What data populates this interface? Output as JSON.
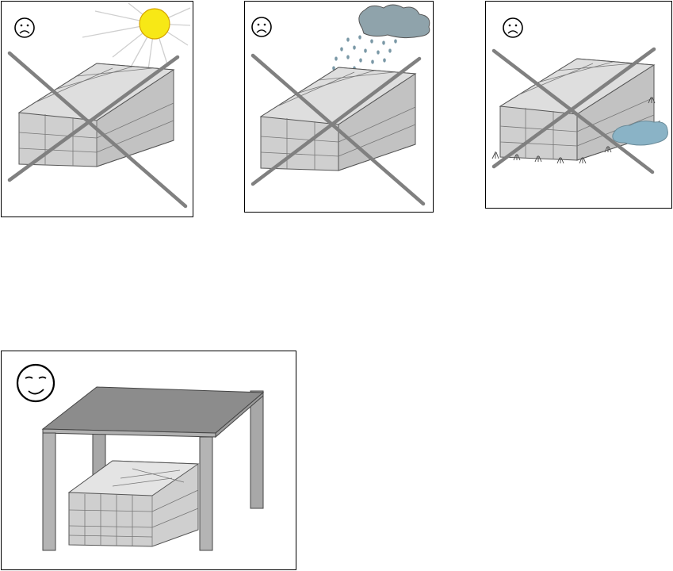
{
  "panels": [
    {
      "id": "sun",
      "verdict": "wrong",
      "face": "sad-face-icon",
      "hazard": "sun-icon"
    },
    {
      "id": "rain",
      "verdict": "wrong",
      "face": "sad-face-icon",
      "hazard": "rain-cloud-icon"
    },
    {
      "id": "ground",
      "verdict": "wrong",
      "face": "sad-face-icon",
      "hazard": "wet-ground-icon"
    },
    {
      "id": "shelter",
      "verdict": "correct",
      "face": "happy-face-icon",
      "hazard": "shelter-roof-icon"
    }
  ],
  "colors": {
    "sun": "#f7e816",
    "sun_outline": "#d6a400",
    "cloud": "#8fa3ab",
    "rain": "#7a98a6",
    "puddle": "#8ab3c6",
    "wood": "#c9c9c9",
    "cross": "#808080",
    "roof": "#8c8c8c",
    "post": "#a8a8a8"
  }
}
